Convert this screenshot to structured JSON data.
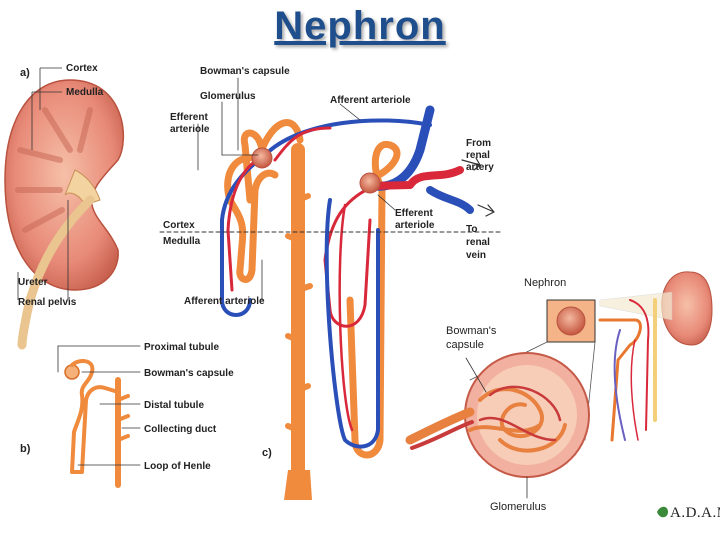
{
  "title": "Nephron",
  "panel_a": {
    "label": "a)",
    "cortex": "Cortex",
    "medulla": "Medulla",
    "ureter": "Ureter",
    "renal_pelvis": "Renal pelvis"
  },
  "panel_b": {
    "label": "b)",
    "proximal_tubule": "Proximal tubule",
    "bowmans_capsule": "Bowman's capsule",
    "distal_tubule": "Distal tubule",
    "collecting_duct": "Collecting duct",
    "loop_of_henle": "Loop of Henle"
  },
  "panel_c": {
    "label": "c)",
    "bowmans_capsule": "Bowman's capsule",
    "glomerulus": "Glomerulus",
    "efferent_arteriole_1": "Efferent",
    "efferent_arteriole_2": "arteriole",
    "afferent_arteriole_top": "Afferent arteriole",
    "from_renal_artery_1": "From",
    "from_renal_artery_2": "renal",
    "from_renal_artery_3": "artery",
    "efferent_arteriole_right_1": "Efferent",
    "efferent_arteriole_right_2": "arteriole",
    "to_renal_vein_1": "To",
    "to_renal_vein_2": "renal",
    "to_renal_vein_3": "vein",
    "cortex": "Cortex",
    "medulla": "Medulla",
    "afferent_arteriole_bottom": "Afferent arteriole"
  },
  "inset": {
    "nephron": "Nephron",
    "bowmans_capsule_1": "Bowman's",
    "bowmans_capsule_2": "capsule",
    "glomerulus": "Glomerulus",
    "logo": "A.D.A.M."
  },
  "colors": {
    "title": "#1f4e8c",
    "tubule": "#f08a3c",
    "artery": "#d8283a",
    "vein": "#2b4fb8",
    "kidney": "#e88a78"
  }
}
